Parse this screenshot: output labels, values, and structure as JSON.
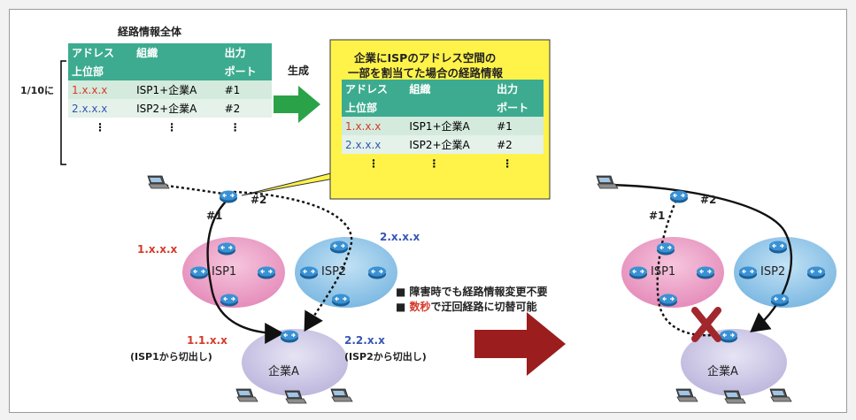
{
  "left_table": {
    "title": "経路情報全体",
    "ratio_label": "1/10に",
    "headers": {
      "addr_line1": "アドレス",
      "addr_line2": "上位部",
      "org": "組織",
      "port_line1": "出力",
      "port_line2": "ポート"
    },
    "rows": [
      {
        "addr": "1.x.x.x",
        "org": "ISP1+企業A",
        "port": "#1"
      },
      {
        "addr": "2.x.x.x",
        "org": "ISP2+企業A",
        "port": "#2"
      }
    ],
    "ellipsis": "⋮"
  },
  "generate_label": "生成",
  "callout": {
    "title_line1": "企業にISPのアドレス空間の",
    "title_line2": "一部を割当てた場合の経路情報",
    "headers": {
      "addr_line1": "アドレス",
      "addr_line2": "上位部",
      "org": "組織",
      "port_line1": "出力",
      "port_line2": "ポート"
    },
    "rows": [
      {
        "addr": "1.x.x.x",
        "org": "ISP1+企業A",
        "port": "#1"
      },
      {
        "addr": "2.x.x.x",
        "org": "ISP2+企業A",
        "port": "#2"
      }
    ],
    "ellipsis": "⋮"
  },
  "left_network": {
    "port1": "#1",
    "port2": "#2",
    "isp1": "ISP1",
    "isp2": "ISP2",
    "isp1_addr": "1.x.x.x",
    "isp2_addr": "2.x.x.x",
    "corp": "企業A",
    "corp_addr1": "1.1.x.x",
    "corp_addr1_note": "(ISP1から切出し)",
    "corp_addr2": "2.2.x.x",
    "corp_addr2_note": "(ISP2から切出し)"
  },
  "notes": {
    "bullet": "■",
    "line1": "障害時でも経路情報変更不要",
    "line2_highlight": "数秒",
    "line2_rest": "で迂回経路に切替可能"
  },
  "right_network": {
    "port1": "#1",
    "port2": "#2",
    "isp1": "ISP1",
    "isp2": "ISP2",
    "corp": "企業A"
  },
  "colors": {
    "table_header": "#3dab8f",
    "callout_bg": "#fff34a",
    "isp1_fill": "#ea9bc4",
    "isp2_fill": "#8fc6e8",
    "corp_fill": "#ccc8e6",
    "router": "#2a7fc2",
    "red": "#d63a2a",
    "blue": "#3755b4",
    "big_arrow": "#9b1d1d",
    "green_arrow": "#2aa348"
  }
}
